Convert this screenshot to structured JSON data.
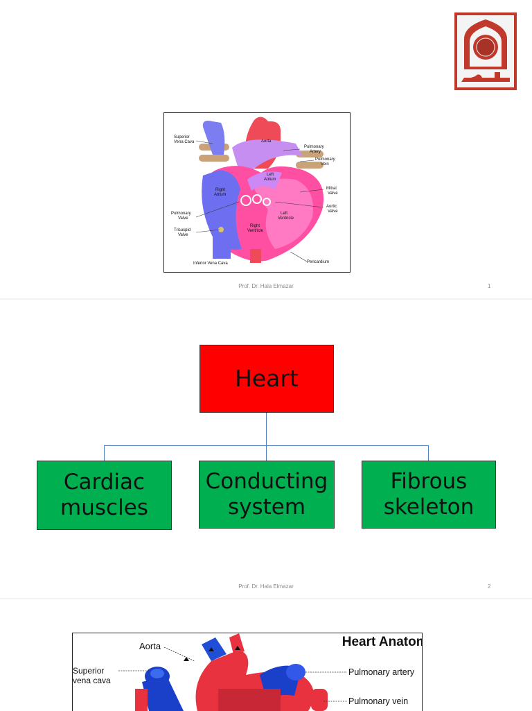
{
  "slides": [
    {
      "footer": {
        "author": "Prof. Dr. Hala Elmazar",
        "page": "1"
      },
      "figure": {
        "labels": {
          "svc": "Superior\nVena Cava",
          "aorta": "Aorta",
          "pa": "Pulmonary\nArtery",
          "pv": "Pulmonary\nVein",
          "la": "Left\nAtrium",
          "ra": "Right\nAtrium",
          "mitral": "Mitral\nValve",
          "aortic": "Aortic\nValve",
          "pulm_valve": "Pulmonary\nValve",
          "lv": "Left\nVentricle",
          "tricuspid": "Tricuspid\nValve",
          "rv": "Right\nVentricle",
          "ivc": "Inferior Vena Cava",
          "pericardium": "Pericardium"
        }
      }
    },
    {
      "footer": {
        "author": "Prof. Dr. Hala Elmazar",
        "page": "2"
      },
      "diagram": {
        "root": {
          "label": "Heart"
        },
        "children": [
          {
            "line1": "Cardiac",
            "line2": "muscles"
          },
          {
            "line1": "Conducting",
            "line2": "system"
          },
          {
            "line1": "Fibrous",
            "line2": "skeleton"
          }
        ],
        "colors": {
          "root": "#ff0000",
          "children": "#00b050",
          "connector": "#4f81bd"
        }
      }
    },
    {
      "figure": {
        "title": "Heart Anatomy",
        "labels": {
          "aorta": "Aorta",
          "svc": "Superior\nvena cava",
          "pa": "Pulmonary artery",
          "pv": "Pulmonary vein"
        }
      }
    }
  ]
}
